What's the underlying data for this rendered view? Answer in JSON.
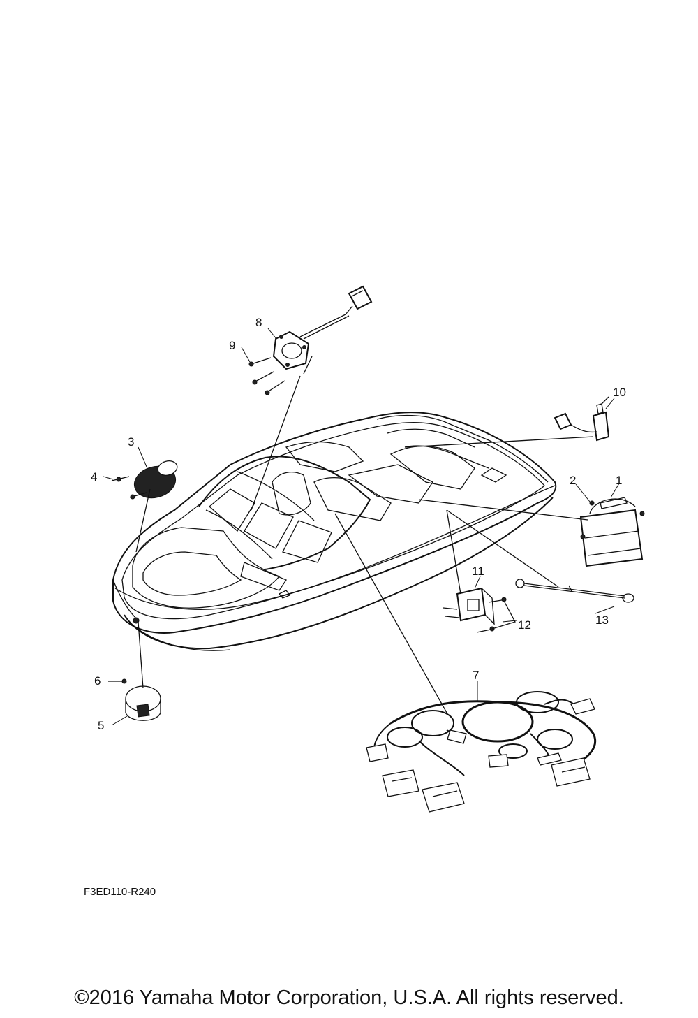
{
  "callouts": [
    "1",
    "2",
    "3",
    "4",
    "5",
    "6",
    "7",
    "8",
    "9",
    "10",
    "11",
    "12",
    "13"
  ],
  "diagram_code": "F3ED110-R240",
  "copyright": "©2016 Yamaha Motor Corporation, U.S.A. All rights reserved."
}
